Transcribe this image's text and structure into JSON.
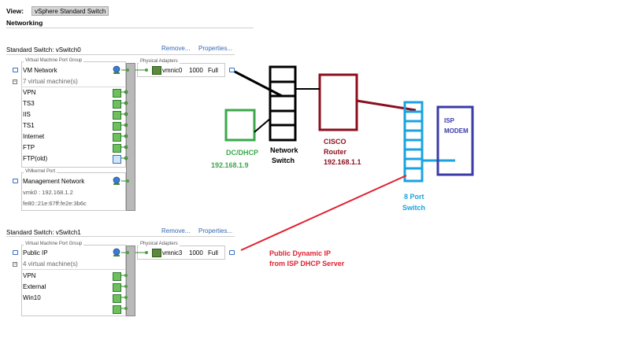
{
  "header": {
    "view_label": "View:",
    "view_value": "vSphere Standard Switch",
    "tab_title": "Networking"
  },
  "switch0": {
    "title": "Standard Switch: vSwitch0",
    "remove_label": "Remove...",
    "properties_label": "Properties...",
    "vm_port_group_caption": "Virtual Machine Port Group",
    "port_group_name": "VM Network",
    "vm_count": "7 virtual machine(s)",
    "vms": [
      "VPN",
      "TS3",
      "IIS",
      "TS1",
      "Internet",
      "FTP",
      "FTP(old)"
    ],
    "vmkernel_caption": "VMkernel Port",
    "mgmt_name": "Management Network",
    "mgmt_ipv4": "vmk0 : 192.168.1.2",
    "mgmt_ipv6": "fe80::21e:67ff:fe2e:3b6c",
    "adapters_caption": "Physical Adapters",
    "adapter": {
      "name": "vmnic0",
      "speed": "1000",
      "duplex": "Full"
    }
  },
  "switch1": {
    "title": "Standard Switch: vSwitch1",
    "remove_label": "Remove...",
    "properties_label": "Properties...",
    "vm_port_group_caption": "Virtual Machine Port Group",
    "port_group_name": "Public IP",
    "vm_count": "4 virtual machine(s)",
    "vms": [
      "VPN",
      "External",
      "Win10"
    ],
    "adapters_caption": "Physical Adapters",
    "adapter": {
      "name": "vmnic3",
      "speed": "1000",
      "duplex": "Full"
    }
  },
  "diagram": {
    "dc_label": "DC/DHCP",
    "dc_ip": "192.168.1.9",
    "network_switch_line1": "Network",
    "network_switch_line2": "Switch",
    "router_line1": "CISCO",
    "router_line2": "Router",
    "router_ip": "192.168.1.1",
    "port_switch_line1": "8 Port",
    "port_switch_line2": "Switch",
    "modem_line1": "ISP",
    "modem_line2": "MODEM",
    "public_ip_line1": "Public Dynamic IP",
    "public_ip_line2": "from ISP DHCP Server"
  },
  "colors": {
    "link_blue": "#3367b0",
    "dc_green": "#3aa84a",
    "router_maroon": "#8b0f1d",
    "switch_cyan": "#1aa3e0",
    "modem_navy": "#3a3aa8",
    "public_red": "#e02030"
  }
}
